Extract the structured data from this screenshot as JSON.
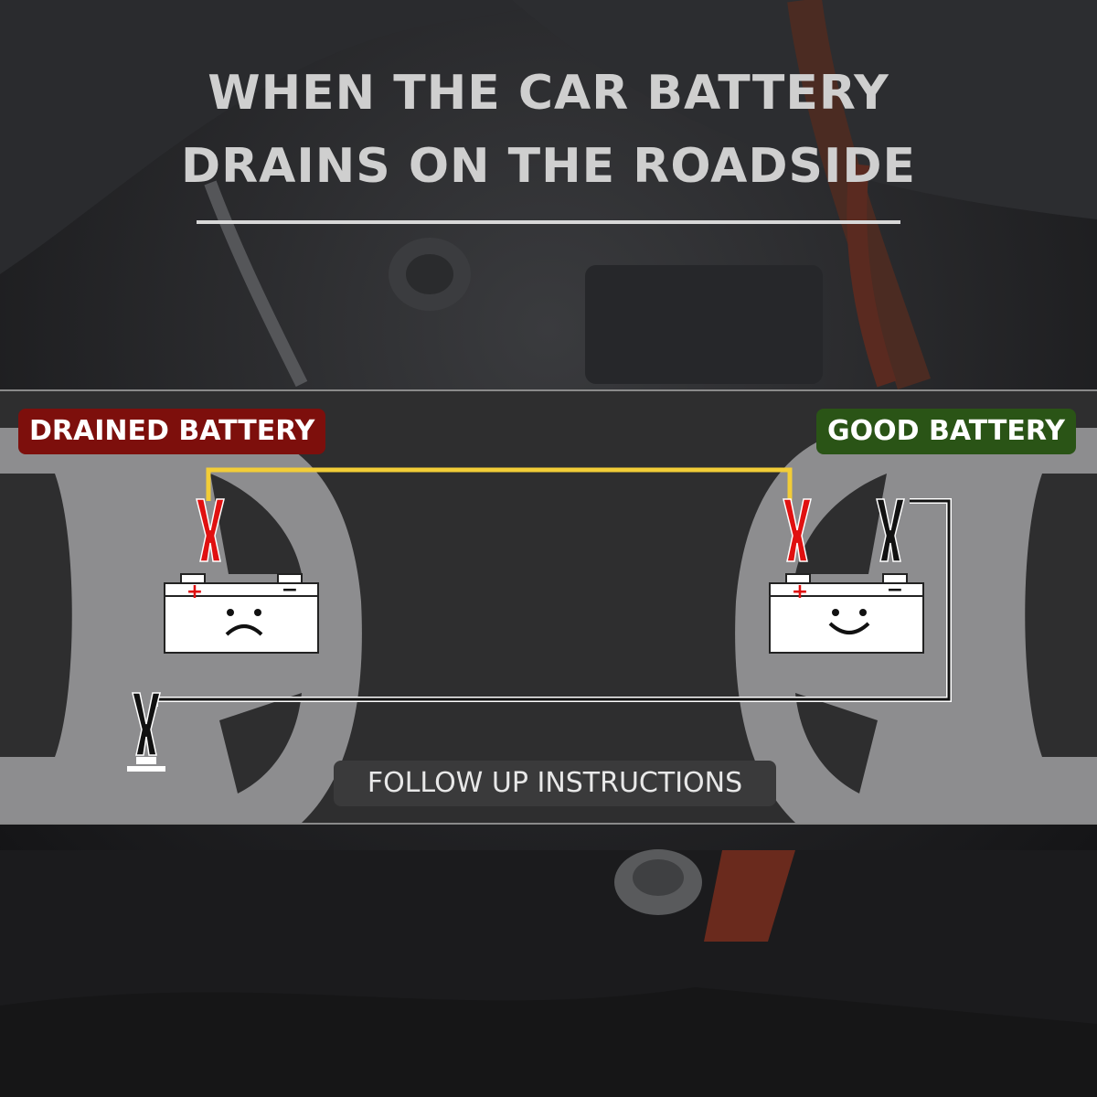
{
  "headline": {
    "line1": "WHEN THE CAR BATTERY",
    "line2": "DRAINS ON THE ROADSIDE"
  },
  "diagram": {
    "drained_label": "DRAINED BATTERY",
    "good_label": "GOOD BATTERY",
    "plus_sign": "+",
    "minus_sign": "−",
    "follow_up": "FOLLOW UP INSTRUCTIONS"
  },
  "colors": {
    "drained_badge": "#7d0f0c",
    "good_badge": "#2a5416",
    "positive_cable": "#f2cd37",
    "red_clamp": "#e01010",
    "car_silhouette": "#8d8d8f"
  }
}
